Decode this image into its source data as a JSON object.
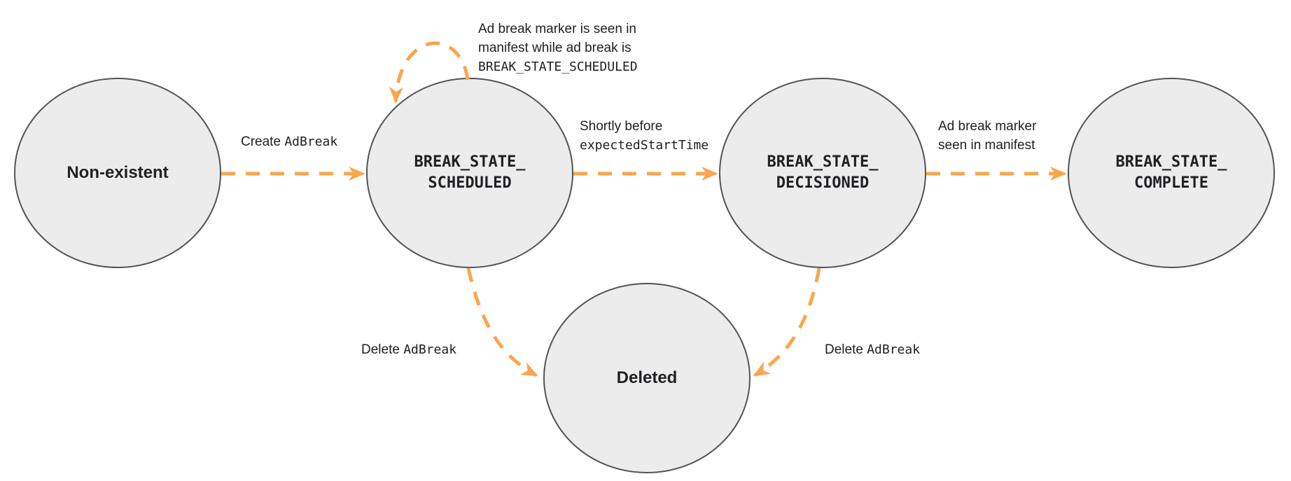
{
  "colors": {
    "accent": "#f9a64e",
    "node_fill": "#ececec",
    "node_stroke": "#505558",
    "text": "#202124"
  },
  "states": {
    "non_existent": {
      "label": "Non-existent"
    },
    "scheduled": {
      "line1": "BREAK_STATE_",
      "line2": "SCHEDULED"
    },
    "decisioned": {
      "line1": "BREAK_STATE_",
      "line2": "DECISIONED"
    },
    "complete": {
      "line1": "BREAK_STATE_",
      "line2": "COMPLETE"
    },
    "deleted": {
      "label": "Deleted"
    }
  },
  "edges": {
    "create": {
      "plain": "Create ",
      "code": "AdBreak"
    },
    "self_loop": {
      "line1": "Ad break marker is seen in",
      "line2": "manifest while ad break is",
      "code": "BREAK_STATE_SCHEDULED"
    },
    "shortly": {
      "plain": "Shortly before",
      "code": "expectedStartTime"
    },
    "marker_seen": {
      "line1": "Ad break marker",
      "line2": "seen in manifest"
    },
    "delete_left": {
      "plain": "Delete ",
      "code": "AdBreak"
    },
    "delete_right": {
      "plain": "Delete ",
      "code": "AdBreak"
    }
  }
}
